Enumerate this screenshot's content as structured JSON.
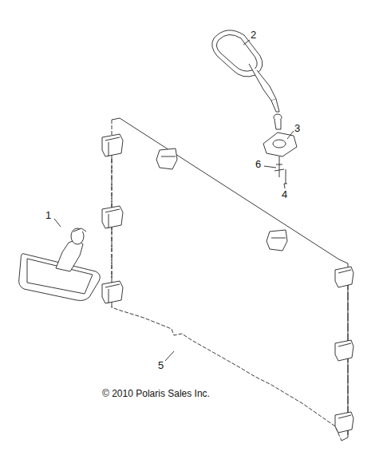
{
  "diagram": {
    "labels": [
      "2",
      "3",
      "6",
      "4",
      "1",
      "5",
      "© 2010 Polaris Sales Inc."
    ]
  }
}
